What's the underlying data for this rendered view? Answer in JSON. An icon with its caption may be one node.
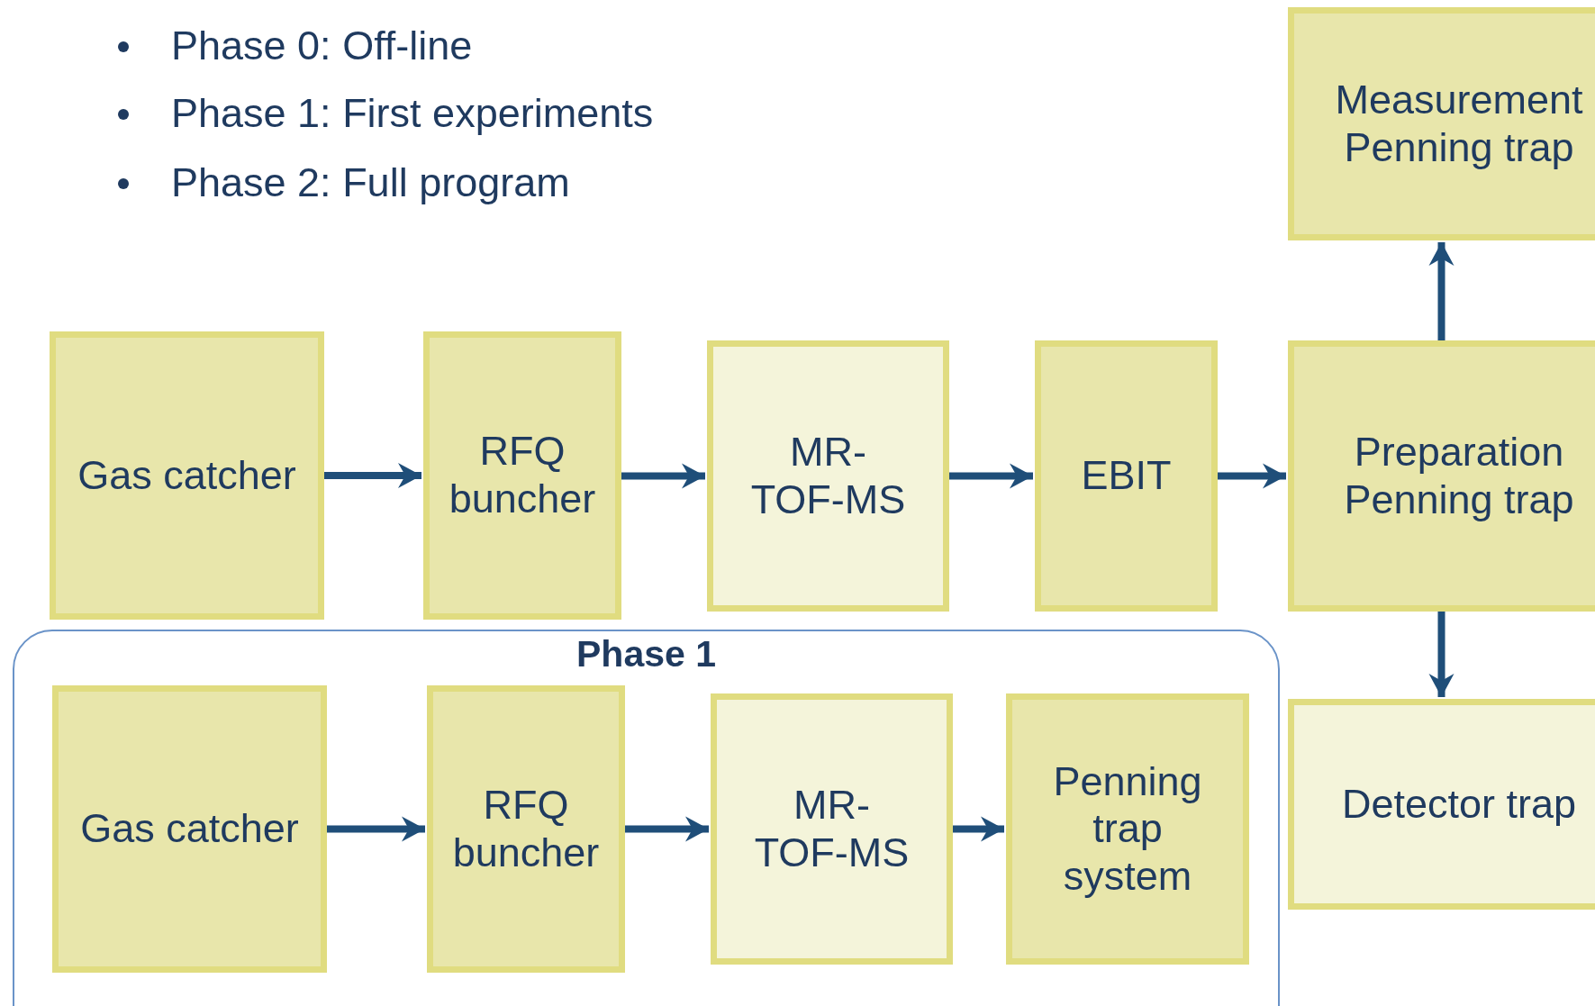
{
  "diagram": {
    "nodes": [
      {
        "text": [
          "Measurement Penning trap"
        ]
      },
      {
        "text": [
          "Gas catcher"
        ]
      },
      {
        "text": [
          "RFQ buncher"
        ]
      },
      {
        "text": [
          "MR-TOF-MS"
        ]
      },
      {
        "text": [
          "EBIT"
        ]
      },
      {
        "text": [
          "Preparation Penning trap"
        ]
      },
      {
        "text": [
          "Phase 1"
        ]
      },
      {
        "text": [
          "Gas catcher"
        ],
        "in": 6
      },
      {
        "text": [
          "RFQ buncher"
        ],
        "in": 6
      },
      {
        "text": [
          "MR-TOF-MS"
        ],
        "in": 6
      },
      {
        "text": [
          "Penning trap system"
        ],
        "in": 6
      },
      {
        "text": [
          "Detector trap"
        ]
      }
    ],
    "edges": [
      {
        "from": 1,
        "to": 2,
        "arrow": "to"
      },
      {
        "from": 2,
        "to": 3,
        "arrow": "to"
      },
      {
        "from": 3,
        "to": 4,
        "arrow": "to"
      },
      {
        "from": 4,
        "to": 5,
        "arrow": "to"
      },
      {
        "from": 5,
        "to": 0,
        "arrow": "to"
      },
      {
        "from": 5,
        "to": 11,
        "arrow": "to"
      },
      {
        "from": 7,
        "to": 8,
        "arrow": "to"
      },
      {
        "from": 8,
        "to": 9,
        "arrow": "to"
      },
      {
        "from": 9,
        "to": 10,
        "arrow": "to"
      }
    ],
    "labels": [
      "Phase 0: Off-line",
      "Phase 1: First experiments",
      "Phase 2: Full program"
    ]
  }
}
